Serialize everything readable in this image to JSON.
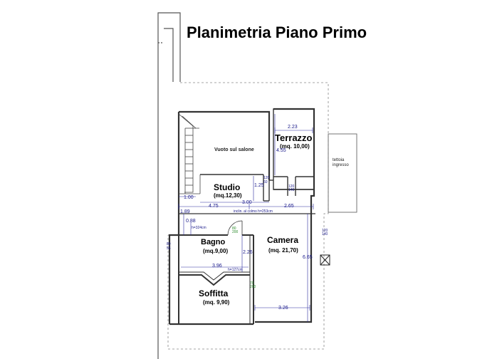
{
  "title": "Planimetria Piano Primo",
  "rooms": {
    "vuoto": "Vuoto sul salone",
    "terrazzo": {
      "name": "Terrazzo",
      "area": "(mq. 10,00)"
    },
    "studio": {
      "name": "Studio",
      "area": "(mq.12,30)"
    },
    "bagno": {
      "name": "Bagno",
      "area": "(mq.9,00)"
    },
    "camera": {
      "name": "Camera",
      "area": "(mq. 21,70)"
    },
    "soffitta": {
      "name": "Soffitta",
      "area": "(mq. 9,90)"
    }
  },
  "tettoia": {
    "line1": "tettoia",
    "line2": "ingresso"
  },
  "dimensions": {
    "d223": "2.23",
    "d455": "4.55",
    "d125": "1.25",
    "d100": "1.00",
    "d300": "3.00",
    "d475": "4.75",
    "d265": "2.65",
    "d189": "1.89",
    "d088": "0.88",
    "d226": "2.26",
    "d396": "3.96",
    "d665": "6.65",
    "d326": "3.26",
    "h324": "h=324cm",
    "h127": "h=127cm",
    "incl": "inclin. al colmo h=253cm",
    "w1_top": "120",
    "w1_bot": "60",
    "w2_top": "120",
    "w2_bot": "140",
    "w3_top": "120",
    "w3_bot": "140",
    "w4_top": "80",
    "w4_bot": "55",
    "d1_top": "80",
    "d1_bot": "200",
    "d2_top": "70",
    "d2_bot": "200"
  }
}
